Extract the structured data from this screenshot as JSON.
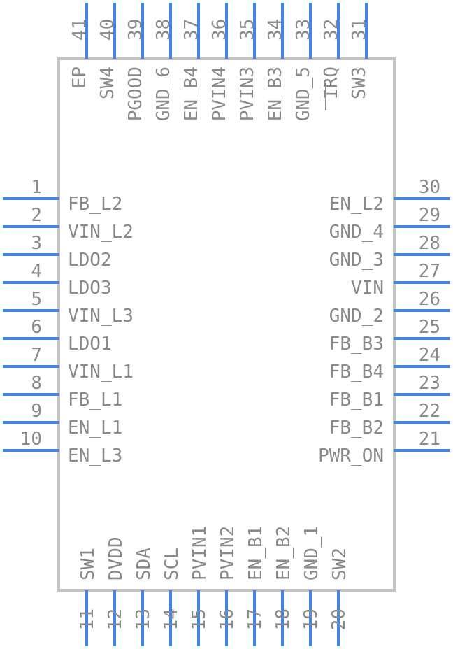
{
  "colors": {
    "pin": "#3f86e8",
    "body_outline": "#c4c4c4",
    "text": "#8a8a8a",
    "background": "#ffffff"
  },
  "left_pins": [
    {
      "number": "1",
      "name": "FB_L2"
    },
    {
      "number": "2",
      "name": "VIN_L2"
    },
    {
      "number": "3",
      "name": "LDO2"
    },
    {
      "number": "4",
      "name": "LDO3"
    },
    {
      "number": "5",
      "name": "VIN_L3"
    },
    {
      "number": "6",
      "name": "LDO1"
    },
    {
      "number": "7",
      "name": "VIN_L1"
    },
    {
      "number": "8",
      "name": "FB_L1"
    },
    {
      "number": "9",
      "name": "EN_L1"
    },
    {
      "number": "10",
      "name": "EN_L3"
    }
  ],
  "bottom_pins": [
    {
      "number": "11",
      "name": "SW1"
    },
    {
      "number": "12",
      "name": "DVDD"
    },
    {
      "number": "13",
      "name": "SDA"
    },
    {
      "number": "14",
      "name": "SCL"
    },
    {
      "number": "15",
      "name": "PVIN1"
    },
    {
      "number": "16",
      "name": "PVIN2"
    },
    {
      "number": "17",
      "name": "EN_B1"
    },
    {
      "number": "18",
      "name": "EN_B2"
    },
    {
      "number": "19",
      "name": "GND_1"
    },
    {
      "number": "20",
      "name": "SW2"
    }
  ],
  "right_pins": [
    {
      "number": "21",
      "name": "PWR_ON"
    },
    {
      "number": "22",
      "name": "FB_B2"
    },
    {
      "number": "23",
      "name": "FB_B1"
    },
    {
      "number": "24",
      "name": "FB_B4"
    },
    {
      "number": "25",
      "name": "FB_B3"
    },
    {
      "number": "26",
      "name": "GND_2"
    },
    {
      "number": "27",
      "name": "VIN"
    },
    {
      "number": "28",
      "name": "GND_3"
    },
    {
      "number": "29",
      "name": "GND_4"
    },
    {
      "number": "30",
      "name": "EN_L2"
    }
  ],
  "top_pins": [
    {
      "number": "31",
      "name": "SW3"
    },
    {
      "number": "32",
      "name": "IRQ"
    },
    {
      "number": "33",
      "name": "GND_5"
    },
    {
      "number": "34",
      "name": "EN_B3"
    },
    {
      "number": "35",
      "name": "PVIN3"
    },
    {
      "number": "36",
      "name": "PVIN4"
    },
    {
      "number": "37",
      "name": "EN_B4"
    },
    {
      "number": "38",
      "name": "GND_6"
    },
    {
      "number": "39",
      "name": "PGOOD"
    },
    {
      "number": "40",
      "name": "SW4"
    },
    {
      "number": "41",
      "name": "EP"
    }
  ]
}
